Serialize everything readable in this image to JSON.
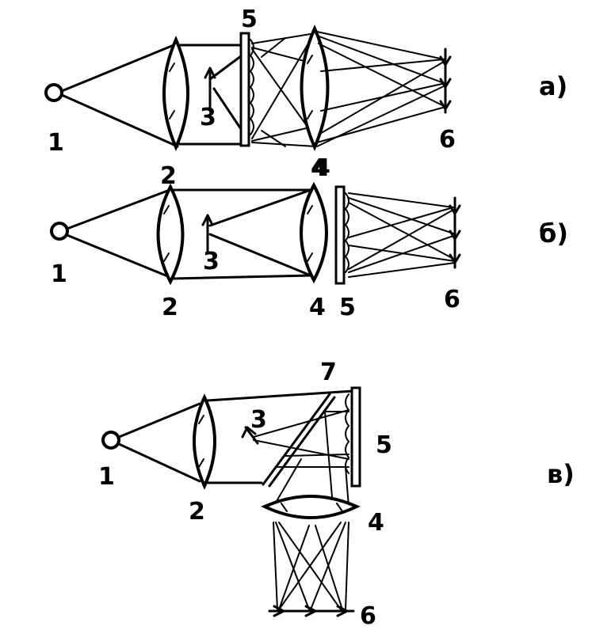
{
  "panels": [
    {
      "tag": "а)",
      "labels": {
        "source": "1",
        "object": "3",
        "diffuser": "5",
        "lens": "4",
        "image": "6"
      }
    },
    {
      "tag": "б)",
      "labels": {
        "source": "1",
        "lens1_top": "2",
        "lens1_bottom": "2",
        "object": "3",
        "lens2_top": "4",
        "lens2_bottom": "4",
        "diffuser": "5",
        "image": "6"
      }
    },
    {
      "tag": "в)",
      "labels": {
        "source": "1",
        "lens1": "2",
        "object": "3",
        "mirror": "7",
        "diffuser": "5",
        "lens2": "4",
        "image": "6"
      }
    }
  ]
}
